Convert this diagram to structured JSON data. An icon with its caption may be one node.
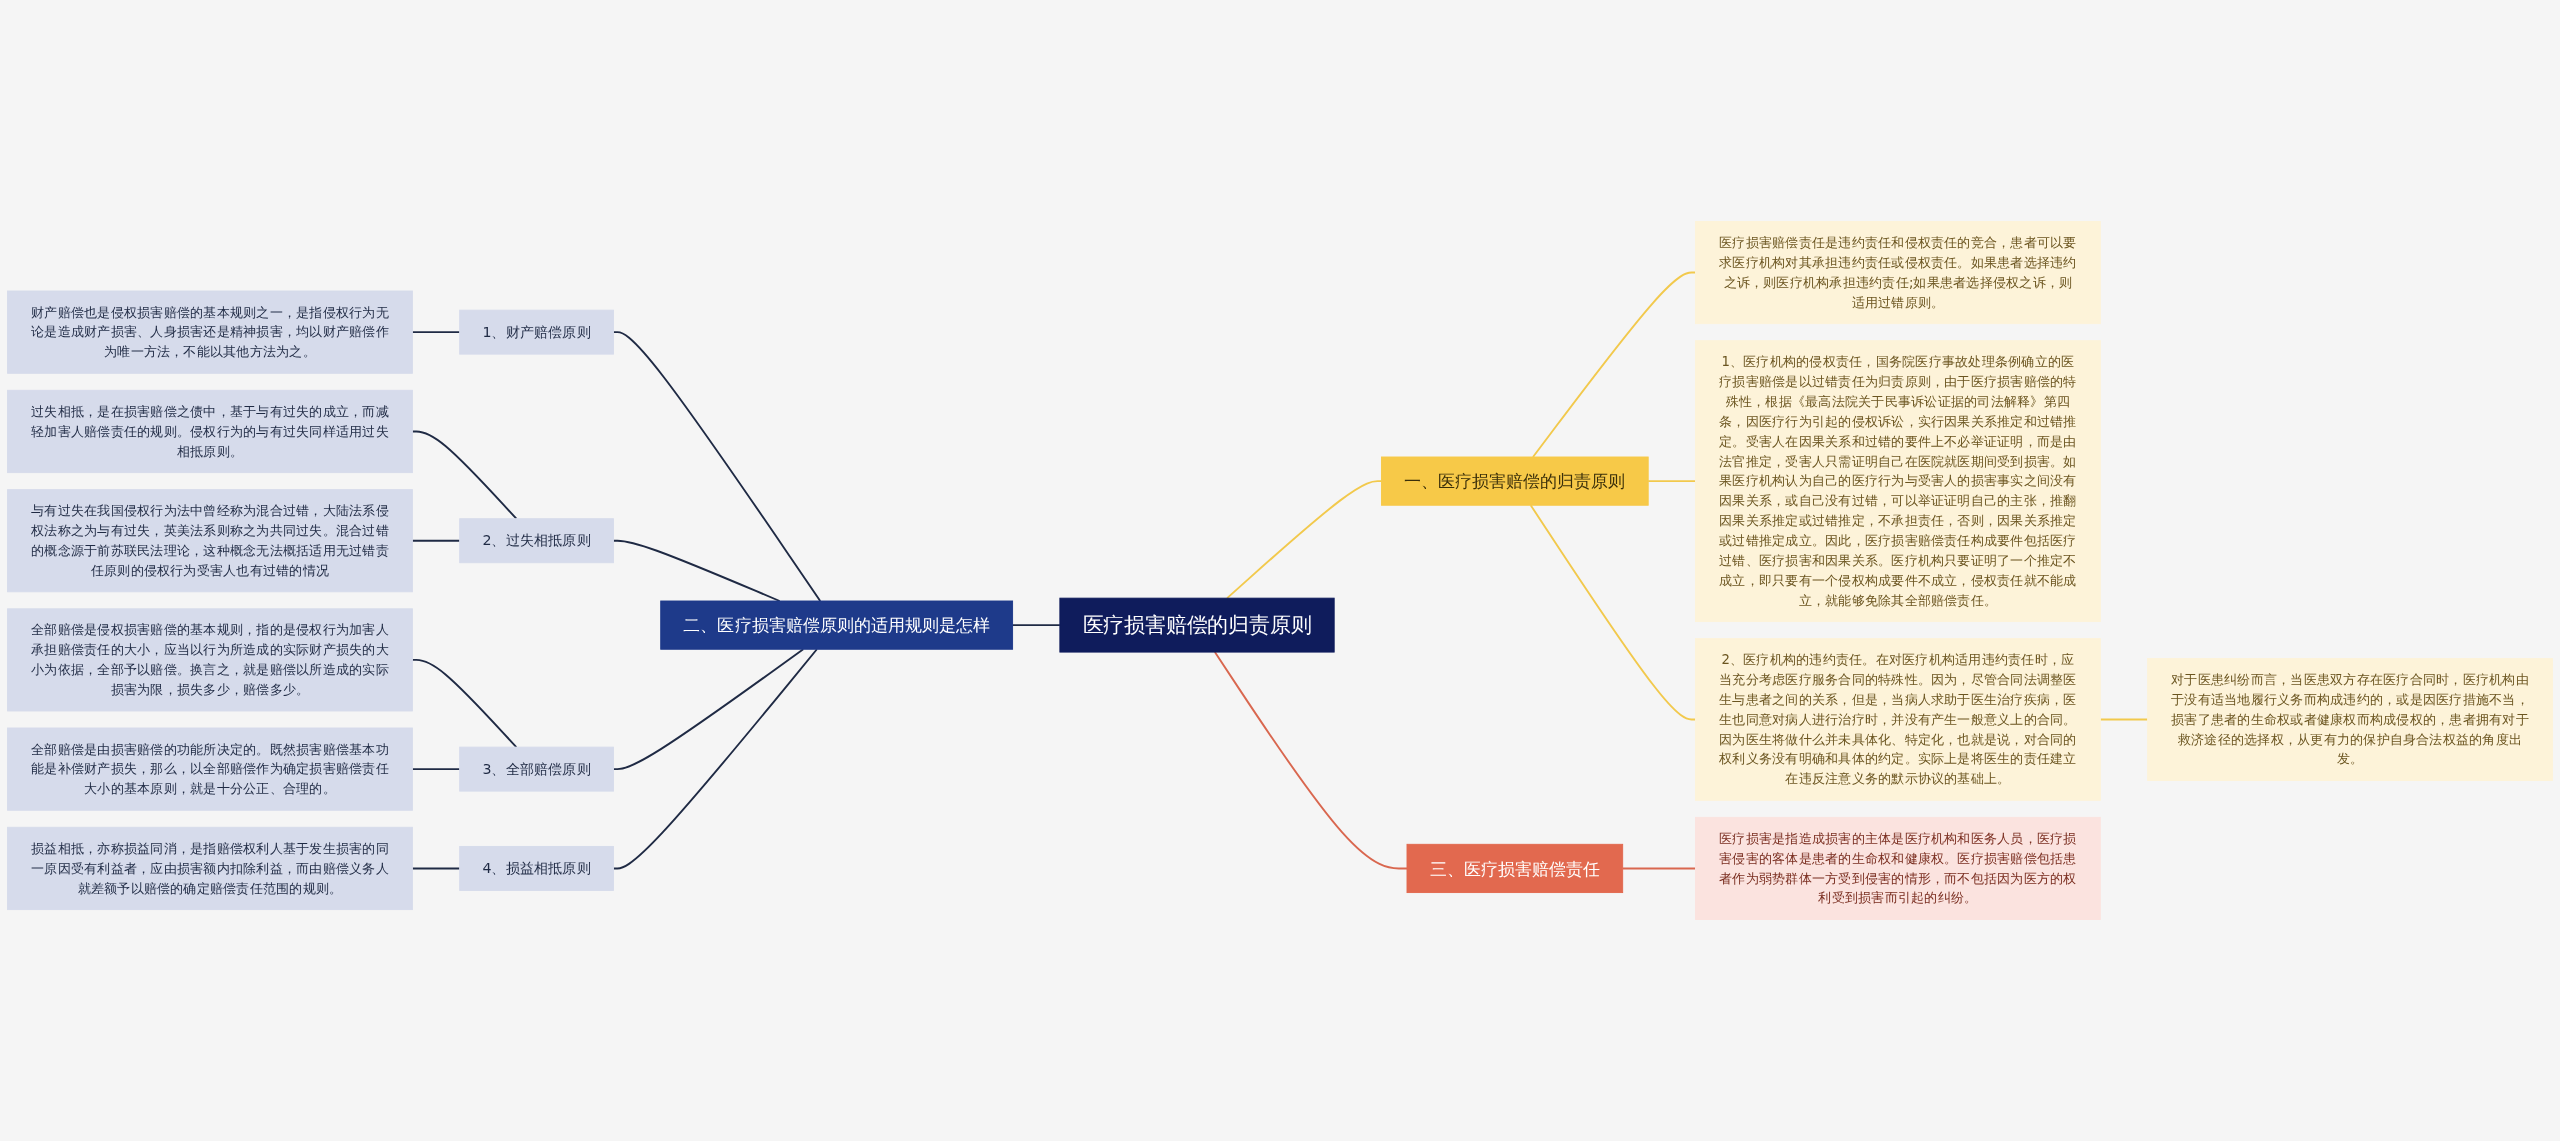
{
  "diagram": {
    "nodes": [
      {
        "text": [
          "医疗损害赔偿的归责原则"
        ]
      },
      {
        "text": [
          "二、医疗损害赔偿原则的适用规则是怎样"
        ]
      },
      {
        "text": [
          "1、财产赔偿原则"
        ]
      },
      {
        "text": [
          "财产赔偿也是侵权损害赔偿的基本规则之一，是指侵权行为无论是造成财产损害、人身损害还是精神损害，均以财产赔偿作为唯一方法，不能以其他方法为之。"
        ]
      },
      {
        "text": [
          "2、过失相抵原则"
        ]
      },
      {
        "text": [
          "过失相抵，是在损害赔偿之债中，基于与有过失的成立，而减轻加害人赔偿责任的规则。侵权行为的与有过失同样适用过失相抵原则。"
        ]
      },
      {
        "text": [
          "与有过失在我国侵权行为法中曾经称为混合过错，大陆法系侵权法称之为与有过失，英美法系则称之为共同过失。混合过错的概念源于前苏联民法理论，这种概念无法概括适用无过错责任原则的侵权行为受害人也有过错的情况"
        ]
      },
      {
        "text": [
          "3、全部赔偿原则"
        ]
      },
      {
        "text": [
          "全部赔偿是侵权损害赔偿的基本规则，指的是侵权行为加害人承担赔偿责任的大小，应当以行为所造成的实际财产损失的大小为依据，全部予以赔偿。换言之，就是赔偿以所造成的实际损害为限，损失多少，赔偿多少。"
        ]
      },
      {
        "text": [
          "全部赔偿是由损害赔偿的功能所决定的。既然损害赔偿基本功能是补偿财产损失，那么，以全部赔偿作为确定损害赔偿责任大小的基本原则，就是十分公正、合理的。"
        ]
      },
      {
        "text": [
          "4、损益相抵原则"
        ]
      },
      {
        "text": [
          "损益相抵，亦称损益同消，是指赔偿权利人基于发生损害的同一原因受有利益者，应由损害额内扣除利益，而由赔偿义务人就差额予以赔偿的确定赔偿责任范围的规则。"
        ]
      },
      {
        "text": [
          "一、医疗损害赔偿的归责原则"
        ]
      },
      {
        "text": [
          "医疗损害赔偿责任是违约责任和侵权责任的竞合，患者可以要求医疗机构对其承担违约责任或侵权责任。如果患者选择违约之诉，则医疗机构承担违约责任;如果患者选择侵权之诉，则适用过错原则。"
        ]
      },
      {
        "text": [
          "1、医疗机构的侵权责任，国务院医疗事故处理条例确立的医疗损害赔偿是以过错责任为归责原则，由于医疗损害赔偿的特殊性，根据《最高法院关于民事诉讼证据的司法解释》第四条，因医疗行为引起的侵权诉讼，实行因果关系推定和过错推定。受害人在因果关系和过错的要件上不必举证证明，而是由法官推定，受害人只需证明自己在医院就医期间受到损害。如果医疗机构认为自己的医疗行为与受害人的损害事实之间没有因果关系，或自己没有过错，可以举证证明自己的主张，推翻因果关系推定或过错推定，不承担责任，否则，因果关系推定或过错推定成立。因此，医疗损害赔偿责任构成要件包括医疗过错、医疗损害和因果关系。医疗机构只要证明了一个推定不成立，即只要有一个侵权构成要件不成立，侵权责任就不能成立，就能够免除其全部赔偿责任。"
        ]
      },
      {
        "text": [
          "2、医疗机构的违约责任。在对医疗机构适用违约责任时，应当充分考虑医疗服务合同的特殊性。因为，尽管合同法调整医生与患者之间的关系，但是，当病人求助于医生治疗疾病，医生也同意对病人进行治疗时，并没有产生一般意义上的合同。因为医生将做什么并未具体化、特定化，也就是说，对合同的权利义务没有明确和具体的约定。实际上是将医生的责任建立在违反注意义务的默示协议的基础上。"
        ]
      },
      {
        "text": [
          "对于医患纠纷而言，当医患双方存在医疗合同时，医疗机构由于没有适当地履行义务而构成违约的，或是因医疗措施不当，损害了患者的生命权或者健康权而构成侵权的，患者拥有对于救济途径的选择权，从更有力的保护自身合法权益的角度出发。"
        ]
      },
      {
        "text": [
          "三、医疗损害赔偿责任"
        ]
      },
      {
        "text": [
          "医疗损害是指造成损害的主体是医疗机构和医务人员，医疗损害侵害的客体是患者的生命权和健康权。医疗损害赔偿包括患者作为弱势群体一方受到侵害的情形，而不包括因为医方的权利受到损害而引起的纠纷。"
        ]
      }
    ],
    "edges": [
      {
        "from": 0,
        "to": 1,
        "arrow": "none"
      },
      {
        "from": 1,
        "to": 2,
        "arrow": "none"
      },
      {
        "from": 2,
        "to": 3,
        "arrow": "none"
      },
      {
        "from": 1,
        "to": 4,
        "arrow": "none"
      },
      {
        "from": 4,
        "to": 5,
        "arrow": "none"
      },
      {
        "from": 4,
        "to": 6,
        "arrow": "none"
      },
      {
        "from": 1,
        "to": 7,
        "arrow": "none"
      },
      {
        "from": 7,
        "to": 8,
        "arrow": "none"
      },
      {
        "from": 7,
        "to": 9,
        "arrow": "none"
      },
      {
        "from": 1,
        "to": 10,
        "arrow": "none"
      },
      {
        "from": 10,
        "to": 11,
        "arrow": "none"
      },
      {
        "from": 0,
        "to": 12,
        "arrow": "none",
        "color": "#f2c94c"
      },
      {
        "from": 12,
        "to": 13,
        "arrow": "none",
        "color": "#f2c94c"
      },
      {
        "from": 12,
        "to": 14,
        "arrow": "none",
        "color": "#f2c94c"
      },
      {
        "from": 12,
        "to": 15,
        "arrow": "none",
        "color": "#f2c94c"
      },
      {
        "from": 15,
        "to": 16,
        "arrow": "none",
        "color": "#f2c94c"
      },
      {
        "from": 0,
        "to": 17,
        "arrow": "none",
        "color": "#d9674f"
      },
      {
        "from": 17,
        "to": 18,
        "arrow": "none",
        "color": "#d9674f"
      }
    ]
  }
}
